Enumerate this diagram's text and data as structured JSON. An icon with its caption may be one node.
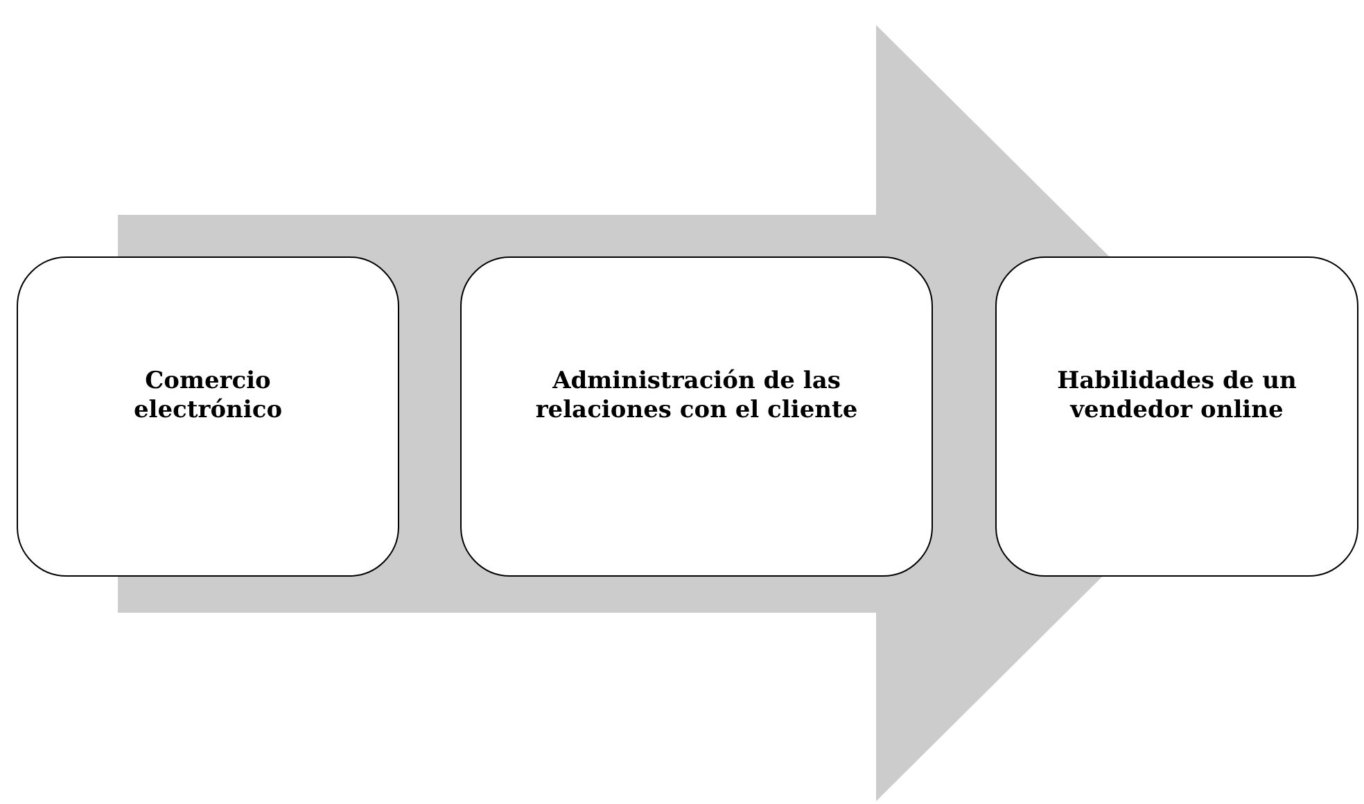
{
  "diagram": {
    "nodes": [
      {
        "text": [
          "Comercio electrónico"
        ]
      },
      {
        "text": [
          "Administración de las relaciones con el cliente"
        ]
      },
      {
        "text": [
          "Habilidades de un vendedor online"
        ]
      }
    ],
    "edges": [
      {
        "from": 0,
        "to": 2,
        "arrow": "to"
      }
    ]
  }
}
